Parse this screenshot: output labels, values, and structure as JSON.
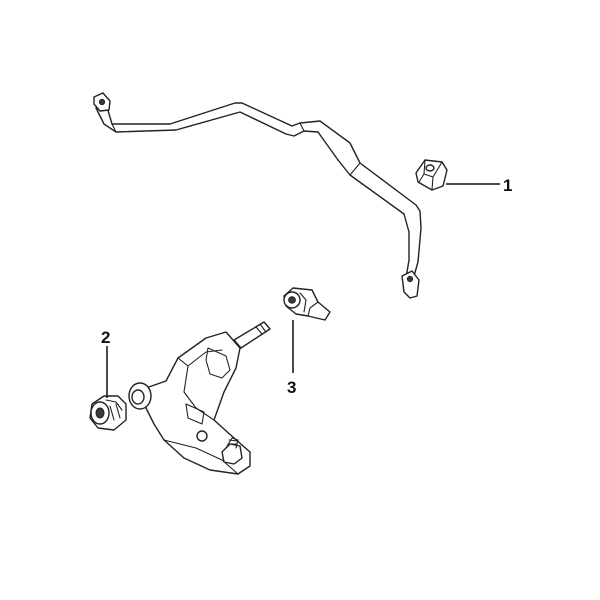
{
  "callouts": {
    "c1": "1",
    "c2": "2",
    "c3": "3"
  },
  "colors": {
    "ink": "#222222",
    "background": "#ffffff"
  }
}
